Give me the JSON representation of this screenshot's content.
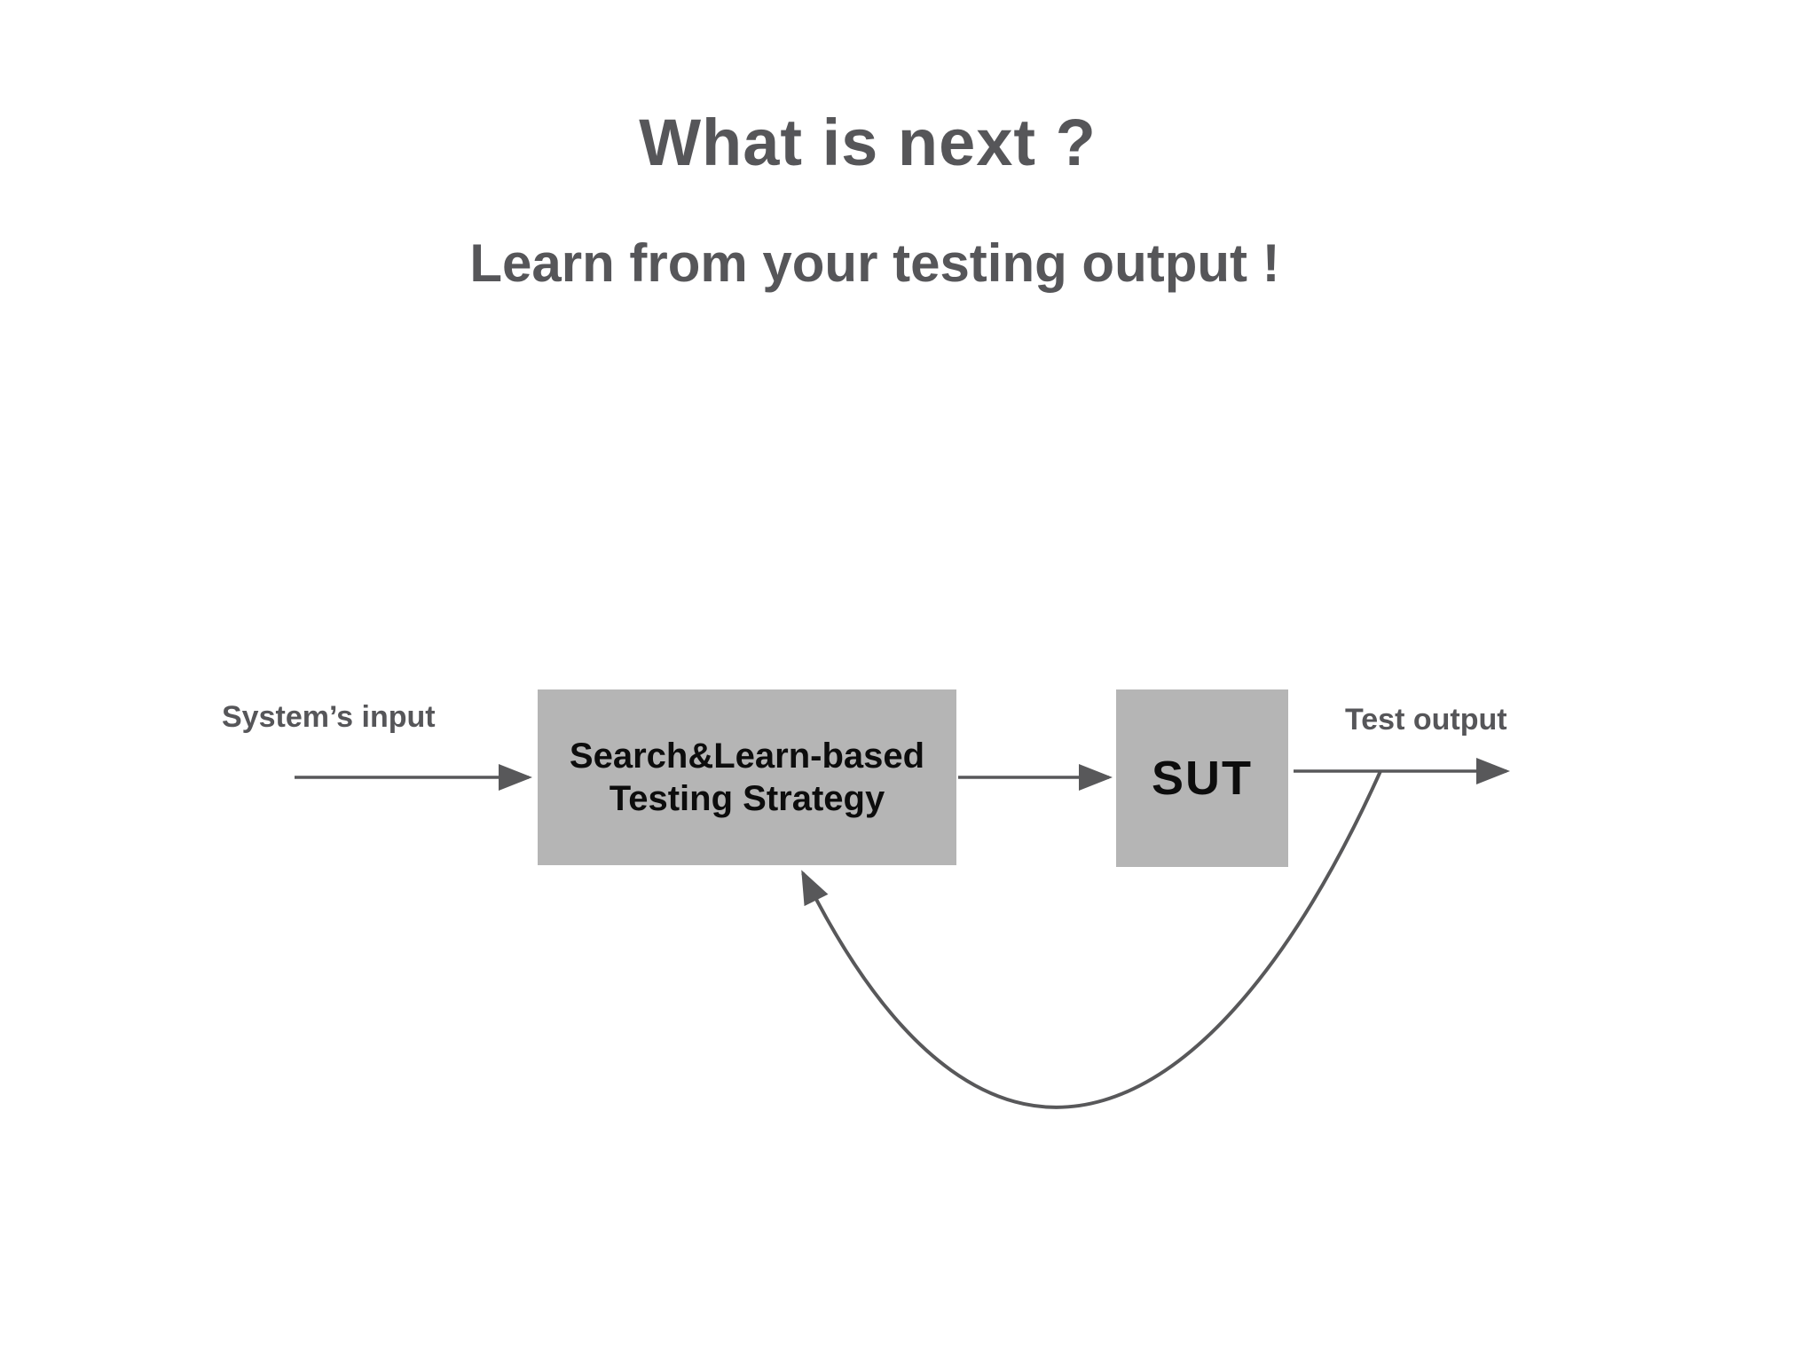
{
  "slide": {
    "title": "What is next ?",
    "subtitle": "Learn from your testing output !"
  },
  "diagram": {
    "input_label": "System’s input",
    "strategy_box": {
      "line1": "Search&Learn-based",
      "line2": "Testing Strategy"
    },
    "sut_box": {
      "label": "SUT"
    },
    "output_label": "Test output"
  },
  "colors": {
    "background": "#ffffff",
    "text_gray": "#565659",
    "arrow_gray": "#58585a",
    "box_fill": "#b5b5b5",
    "box_text": "#0d0d0d"
  }
}
